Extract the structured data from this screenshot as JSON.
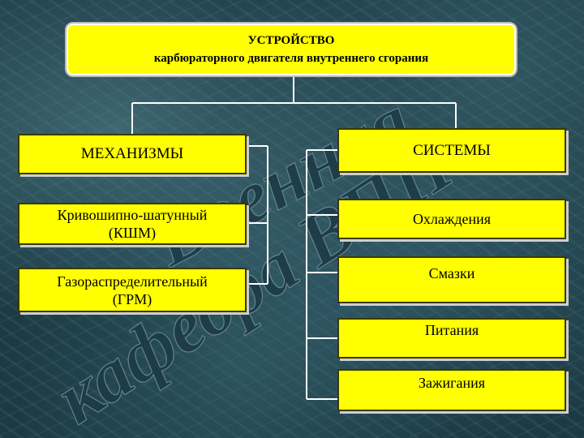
{
  "header": {
    "line1": "УСТРОЙСТВО",
    "line2": "карбюраторного двигателя внутреннего сгорания"
  },
  "watermark": {
    "line1": "Военная",
    "line2": "кафедра ВПП"
  },
  "left": {
    "title": "МЕХАНИЗМЫ",
    "items": [
      {
        "line1": "Кривошипно-шатунный",
        "line2": "(КШМ)"
      },
      {
        "line1": "Газораспределительный",
        "line2": "(ГРМ)"
      }
    ]
  },
  "right": {
    "title": "СИСТЕМЫ",
    "items": [
      "Охлаждения",
      "Смазки",
      "Питания",
      "Зажигания"
    ]
  },
  "colors": {
    "box_fill": "#ffff00",
    "connector": "#ffffff"
  }
}
